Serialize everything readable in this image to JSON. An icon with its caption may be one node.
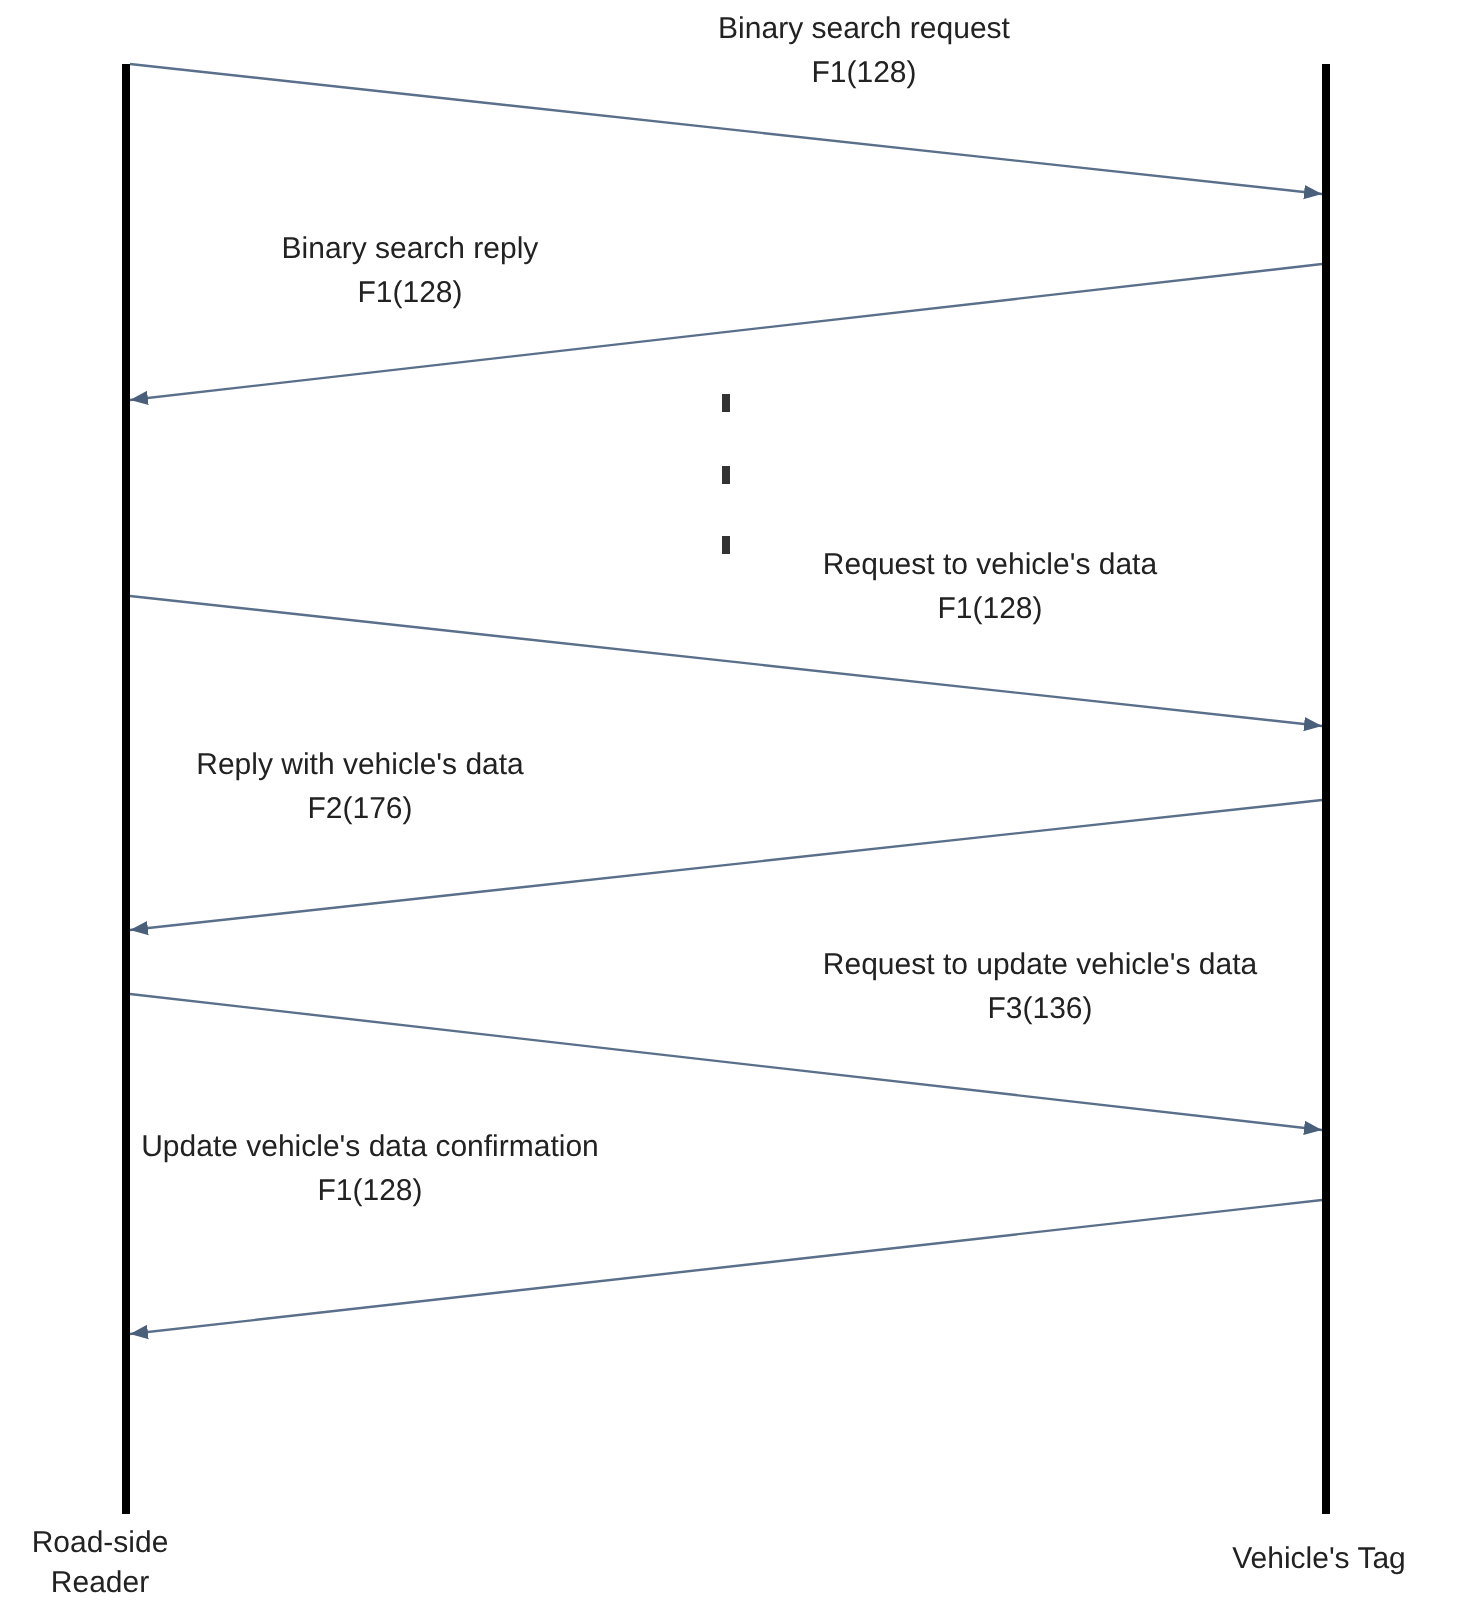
{
  "diagram": {
    "nodes": [
      {
        "text": [],
        "shape": "bar",
        "beside": [
          "Road-side Reader"
        ]
      },
      {
        "text": [],
        "shape": "bar",
        "beside": [
          "Vehicle's Tag"
        ]
      }
    ],
    "edges": [
      {
        "from": 0,
        "to": 1,
        "arrow": "to",
        "label": "Binary search request F1(128)"
      },
      {
        "from": 1,
        "to": 0,
        "arrow": "to",
        "label": "Binary search reply F1(128)"
      },
      {
        "from": 0,
        "to": 1,
        "arrow": "to",
        "label": "Request to vehicle's data F1(128)"
      },
      {
        "from": 1,
        "to": 0,
        "arrow": "to",
        "label": "Reply with vehicle's data F2(176)"
      },
      {
        "from": 0,
        "to": 1,
        "arrow": "to",
        "label": "Request to update vehicle's data F3(136)"
      },
      {
        "from": 1,
        "to": 0,
        "arrow": "to",
        "label": "Update vehicle's data confirmation F1(128)"
      }
    ]
  }
}
